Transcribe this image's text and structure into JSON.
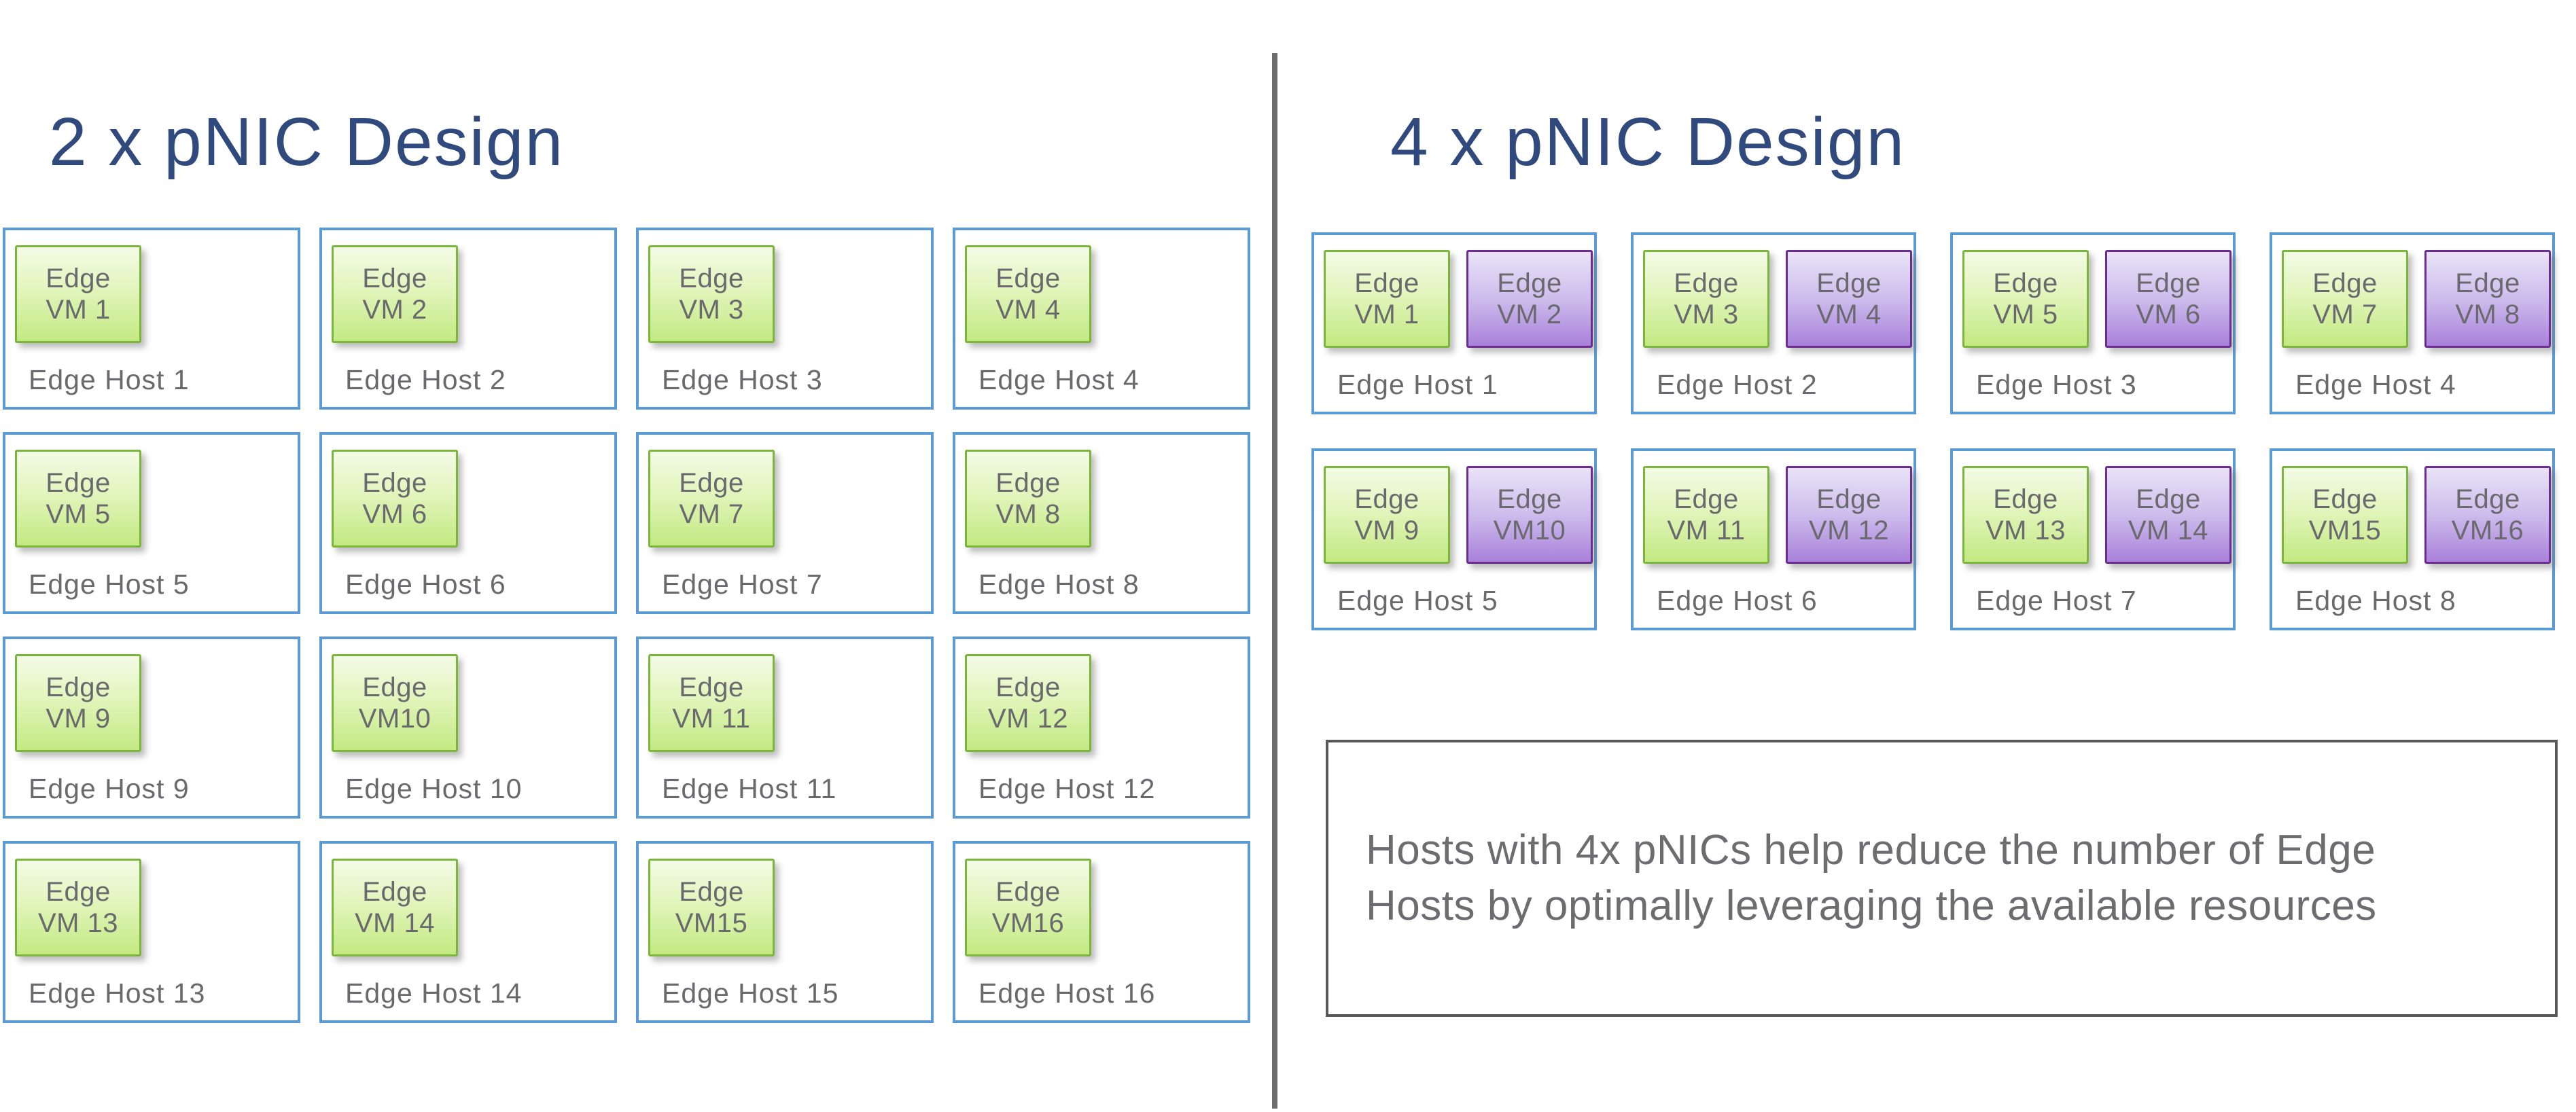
{
  "left_panel": {
    "title": "2 x pNIC Design",
    "hosts": [
      {
        "label": "Edge Host 1",
        "vms": [
          {
            "color": "green",
            "line1": "Edge",
            "line2": "VM 1"
          }
        ]
      },
      {
        "label": "Edge Host 2",
        "vms": [
          {
            "color": "green",
            "line1": "Edge",
            "line2": "VM 2"
          }
        ]
      },
      {
        "label": "Edge Host 3",
        "vms": [
          {
            "color": "green",
            "line1": "Edge",
            "line2": "VM 3"
          }
        ]
      },
      {
        "label": "Edge Host 4",
        "vms": [
          {
            "color": "green",
            "line1": "Edge",
            "line2": "VM 4"
          }
        ]
      },
      {
        "label": "Edge Host 5",
        "vms": [
          {
            "color": "green",
            "line1": "Edge",
            "line2": "VM 5"
          }
        ]
      },
      {
        "label": "Edge Host 6",
        "vms": [
          {
            "color": "green",
            "line1": "Edge",
            "line2": "VM 6"
          }
        ]
      },
      {
        "label": "Edge Host 7",
        "vms": [
          {
            "color": "green",
            "line1": "Edge",
            "line2": "VM 7"
          }
        ]
      },
      {
        "label": "Edge Host 8",
        "vms": [
          {
            "color": "green",
            "line1": "Edge",
            "line2": "VM 8"
          }
        ]
      },
      {
        "label": "Edge Host 9",
        "vms": [
          {
            "color": "green",
            "line1": "Edge",
            "line2": "VM 9"
          }
        ]
      },
      {
        "label": "Edge Host 10",
        "vms": [
          {
            "color": "green",
            "line1": "Edge",
            "line2": "VM10"
          }
        ]
      },
      {
        "label": "Edge Host 11",
        "vms": [
          {
            "color": "green",
            "line1": "Edge",
            "line2": "VM 11"
          }
        ]
      },
      {
        "label": "Edge Host 12",
        "vms": [
          {
            "color": "green",
            "line1": "Edge",
            "line2": "VM 12"
          }
        ]
      },
      {
        "label": "Edge Host 13",
        "vms": [
          {
            "color": "green",
            "line1": "Edge",
            "line2": "VM 13"
          }
        ]
      },
      {
        "label": "Edge Host 14",
        "vms": [
          {
            "color": "green",
            "line1": "Edge",
            "line2": "VM 14"
          }
        ]
      },
      {
        "label": "Edge Host 15",
        "vms": [
          {
            "color": "green",
            "line1": "Edge",
            "line2": "VM15"
          }
        ]
      },
      {
        "label": "Edge Host 16",
        "vms": [
          {
            "color": "green",
            "line1": "Edge",
            "line2": "VM16"
          }
        ]
      }
    ]
  },
  "right_panel": {
    "title": "4 x pNIC Design",
    "hosts": [
      {
        "label": "Edge Host 1",
        "vms": [
          {
            "color": "green",
            "line1": "Edge",
            "line2": "VM 1"
          },
          {
            "color": "purple",
            "line1": "Edge",
            "line2": "VM 2"
          }
        ]
      },
      {
        "label": "Edge Host 2",
        "vms": [
          {
            "color": "green",
            "line1": "Edge",
            "line2": "VM 3"
          },
          {
            "color": "purple",
            "line1": "Edge",
            "line2": "VM 4"
          }
        ]
      },
      {
        "label": "Edge Host 3",
        "vms": [
          {
            "color": "green",
            "line1": "Edge",
            "line2": "VM 5"
          },
          {
            "color": "purple",
            "line1": "Edge",
            "line2": "VM 6"
          }
        ]
      },
      {
        "label": "Edge Host 4",
        "vms": [
          {
            "color": "green",
            "line1": "Edge",
            "line2": "VM 7"
          },
          {
            "color": "purple",
            "line1": "Edge",
            "line2": "VM 8"
          }
        ]
      },
      {
        "label": "Edge Host 5",
        "vms": [
          {
            "color": "green",
            "line1": "Edge",
            "line2": "VM 9"
          },
          {
            "color": "purple",
            "line1": "Edge",
            "line2": "VM10"
          }
        ]
      },
      {
        "label": "Edge Host 6",
        "vms": [
          {
            "color": "green",
            "line1": "Edge",
            "line2": "VM 11"
          },
          {
            "color": "purple",
            "line1": "Edge",
            "line2": "VM 12"
          }
        ]
      },
      {
        "label": "Edge Host 7",
        "vms": [
          {
            "color": "green",
            "line1": "Edge",
            "line2": "VM 13"
          },
          {
            "color": "purple",
            "line1": "Edge",
            "line2": "VM 14"
          }
        ]
      },
      {
        "label": "Edge Host 8",
        "vms": [
          {
            "color": "green",
            "line1": "Edge",
            "line2": "VM15"
          },
          {
            "color": "purple",
            "line1": "Edge",
            "line2": "VM16"
          }
        ]
      }
    ],
    "note": {
      "line1": "Hosts with 4x pNICs help reduce the number of Edge",
      "line2": "Hosts by optimally leveraging the available resources"
    }
  },
  "colors": {
    "title_navy": "#304a7d",
    "host_border_blue": "#5b9bd5",
    "vm_green_border": "#7cb53c",
    "vm_green_fill_top": "#f3fbe6",
    "vm_green_fill_bottom": "#c3e982",
    "vm_purple_border": "#6c2d91",
    "vm_purple_fill_top": "#e9e3f7",
    "vm_purple_fill_bottom": "#a981da",
    "label_gray": "#6a6a6e",
    "divider_gray": "#6d6d6d",
    "note_border_gray": "#595959"
  }
}
